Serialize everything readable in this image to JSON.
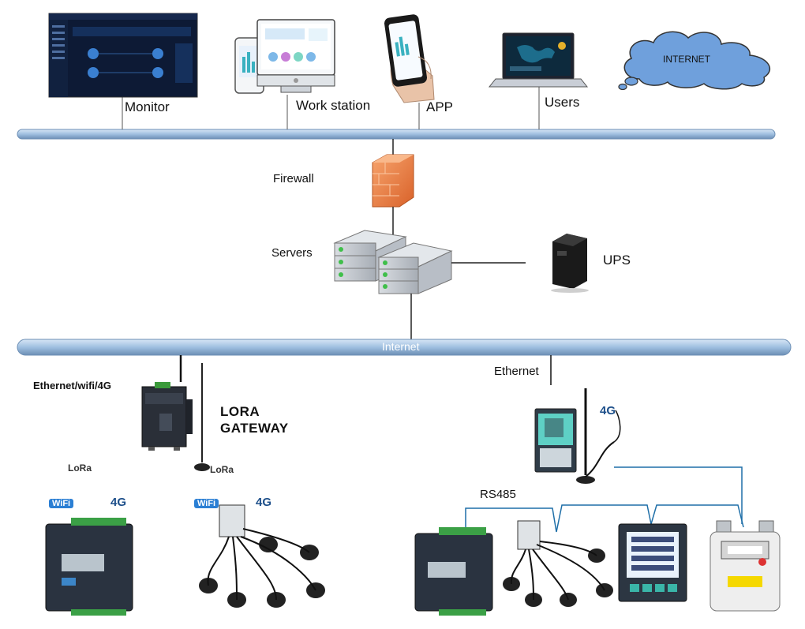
{
  "labels": {
    "monitor": "Monitor",
    "workstation": "Work station",
    "app": "APP",
    "users": "Users",
    "internet_cloud": "INTERNET",
    "firewall": "Firewall",
    "servers": "Servers",
    "ups": "UPS",
    "internet_bus": "Internet",
    "ethernet": "Ethernet",
    "ethernet_wifi_4g": "Ethernet/wifi/4G",
    "lora_gateway_line1": "LORA",
    "lora_gateway_line2": "GATEWAY",
    "rs485": "RS485"
  },
  "badges": {
    "lora": "LoRa",
    "wifi": "WiFi",
    "fourg": "4G"
  },
  "colors": {
    "bus": "#9fbfe0",
    "bus_edge": "#6d8fb5",
    "cloud": "#6fa0dc",
    "wire": "#1f6fa8",
    "firewall": "#f08a4b"
  }
}
